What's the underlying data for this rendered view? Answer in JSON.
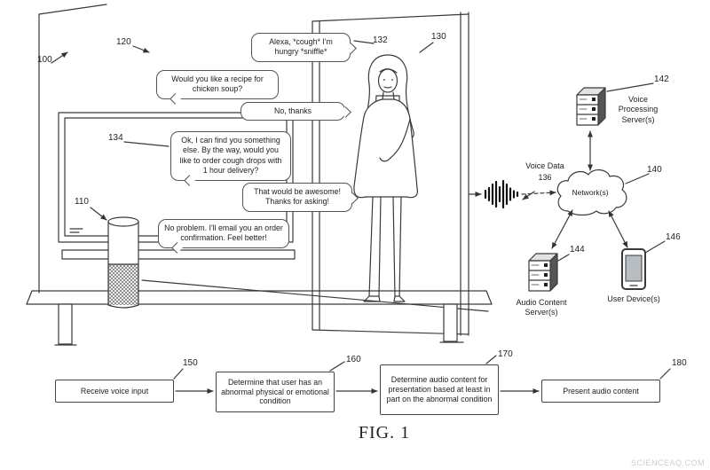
{
  "figure": {
    "caption": "FIG. 1",
    "watermark": "SCIENCEAQ.COM"
  },
  "scene": {
    "refs": {
      "room": "100",
      "display": "120",
      "speaker_device": "110",
      "person": "130",
      "utterance": "132",
      "assistant_reply": "134"
    },
    "bubbles": {
      "user_1": "Alexa, *cough* I'm hungry *sniffle*",
      "assistant_1": "Would you like a recipe for chicken soup?",
      "user_2": "No, thanks",
      "assistant_2": "Ok, I can find you something else. By the way, would you like to order cough drops with 1 hour delivery?",
      "user_3": "That would be awesome! Thanks for asking!",
      "assistant_3": "No problem. I'll email you an order confirmation. Feel better!"
    }
  },
  "network_diagram": {
    "voice_data": {
      "label": "Voice Data",
      "ref": "136"
    },
    "network": {
      "label": "Network(s)",
      "ref": "140"
    },
    "voice_server": {
      "label": "Voice Processing Server(s)",
      "ref": "142"
    },
    "audio_server": {
      "label": "Audio Content Server(s)",
      "ref": "144"
    },
    "user_device": {
      "label": "User Device(s)",
      "ref": "146"
    }
  },
  "flowchart": {
    "steps": [
      {
        "ref": "150",
        "label": "Receive voice input"
      },
      {
        "ref": "160",
        "label": "Determine that user has an abnormal physical or emotional condition"
      },
      {
        "ref": "170",
        "label": "Determine audio content for presentation based at least in part on the abnormal condition"
      },
      {
        "ref": "180",
        "label": "Present audio content"
      }
    ]
  }
}
